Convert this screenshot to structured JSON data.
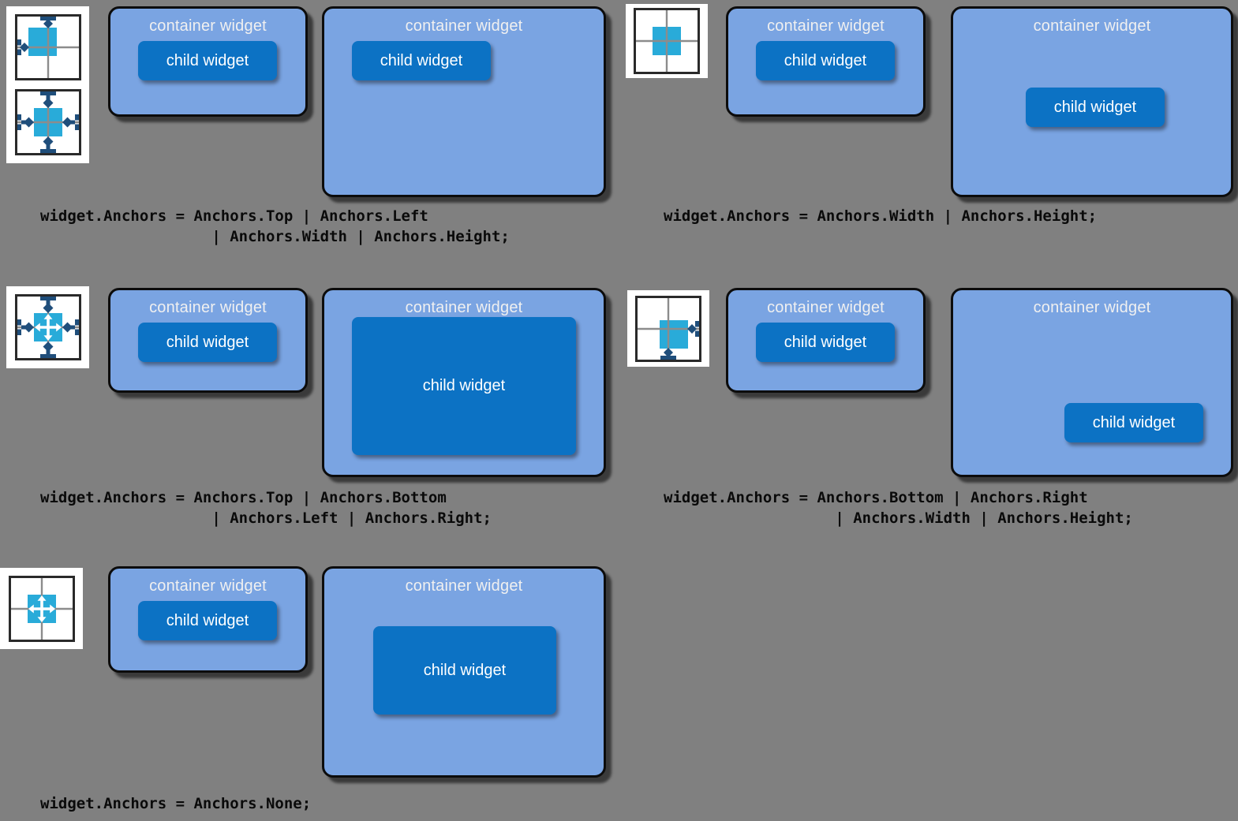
{
  "labels": {
    "container": "container widget",
    "child": "child widget"
  },
  "colors": {
    "background": "#808080",
    "container_fill": "#7AA4E2",
    "container_border": "#0C0C0C",
    "child_fill": "#0C72C4",
    "label_text": "#F0F0F0",
    "child_text": "#FFFFFF",
    "code_text": "#0A0A0A",
    "icon_square_cyan": "#29ABD9",
    "icon_anchor_navy": "#1F4E7B",
    "icon_guide_gray": "#8C8C8C"
  },
  "sections": [
    {
      "id": "anchors-top-left-width-height",
      "icons": [
        "anchors-top-left-icon",
        "anchors-all-edges-icon"
      ],
      "code": [
        "widget.Anchors = Anchors.Top | Anchors.Left",
        "                   | Anchors.Width | Anchors.Height;"
      ]
    },
    {
      "id": "anchors-width-height",
      "icons": [
        "anchors-center-icon"
      ],
      "code": [
        "widget.Anchors = Anchors.Width | Anchors.Height;"
      ]
    },
    {
      "id": "anchors-top-bottom-left-right",
      "icons": [
        "anchors-all-edges-arrows-icon"
      ],
      "code": [
        "widget.Anchors = Anchors.Top | Anchors.Bottom",
        "                   | Anchors.Left | Anchors.Right;"
      ]
    },
    {
      "id": "anchors-bottom-right-width-height",
      "icons": [
        "anchors-bottom-right-icon"
      ],
      "code": [
        "widget.Anchors = Anchors.Bottom | Anchors.Right",
        "                   | Anchors.Width | Anchors.Height;"
      ]
    },
    {
      "id": "anchors-none",
      "icons": [
        "anchors-center-arrows-icon"
      ],
      "code": [
        "widget.Anchors = Anchors.None;"
      ]
    }
  ]
}
